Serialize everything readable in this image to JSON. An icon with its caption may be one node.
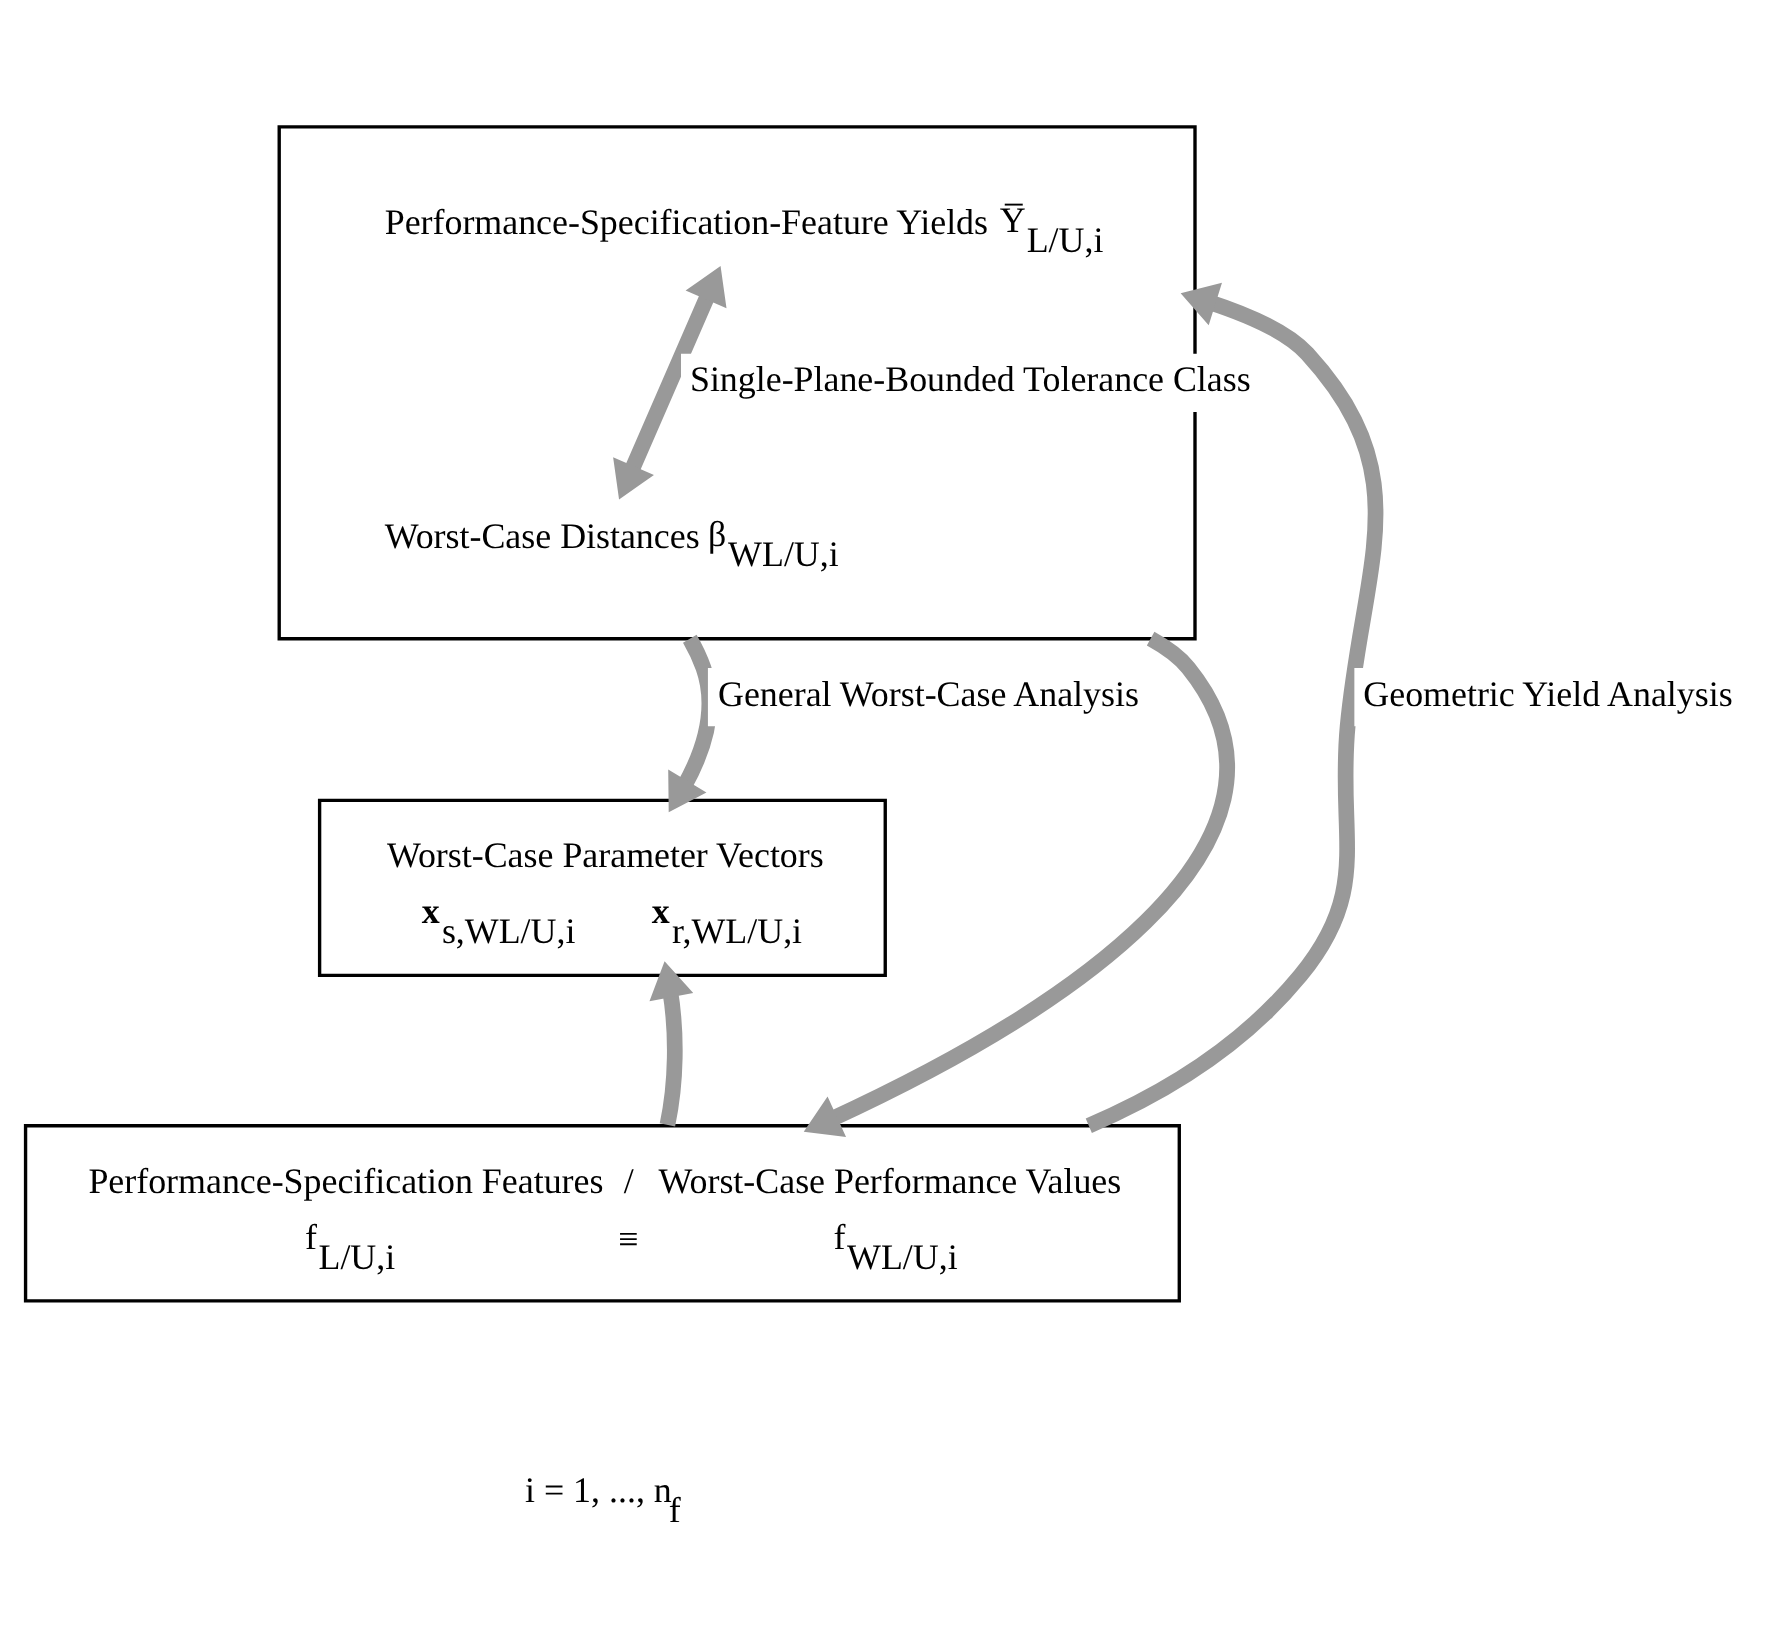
{
  "diagram": {
    "nodes": [
      {
        "text": [],
        "shape": "box"
      },
      {
        "text": [
          "Performance-Specification-Feature Yields",
          "Y̅$_{L/U,i}$"
        ],
        "in": 0
      },
      {
        "text": [
          "Worst-Case Distances",
          "β$_{WL/U,i}$"
        ],
        "in": 0
      },
      {
        "text": [
          "Worst-Case Parameter Vectors",
          "**x**$_{s,WL/U,i}$",
          "**x**$_{r,WL/U,i}$"
        ]
      },
      {
        "text": [
          "Performance-Specification Features",
          "/",
          "Worst-Case Performance Values",
          "f$_{L/U,i}$",
          "≡",
          "f$_{WL/U,i}$"
        ]
      }
    ],
    "edges": [
      {
        "from": 1,
        "to": 2,
        "arrow": "both",
        "label": "Single-Plane-Bounded Tolerance Class"
      },
      {
        "from": 0,
        "to": 3,
        "arrow": "to",
        "label": "General Worst-Case Analysis"
      },
      {
        "from": 0,
        "to": 4,
        "arrow": "to"
      },
      {
        "from": 4,
        "to": 0,
        "arrow": "to",
        "label": "Geometric Yield Analysis"
      },
      {
        "from": 4,
        "to": 3,
        "arrow": "to"
      }
    ],
    "labels": [
      "i = 1, ..., n$_{f}$"
    ]
  }
}
